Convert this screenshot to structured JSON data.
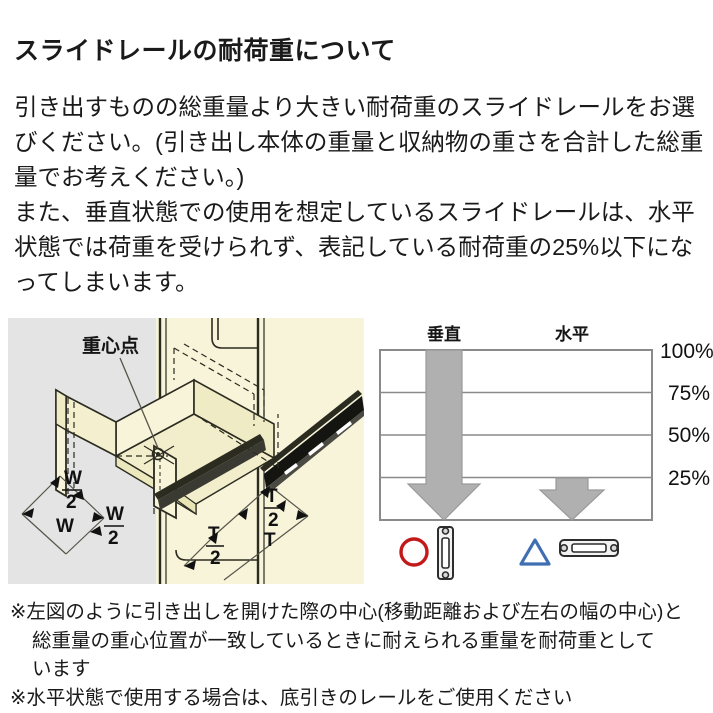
{
  "page": {
    "title": "スライドレールの耐荷重について"
  },
  "body": {
    "paragraph_1": "引き出すものの総重量より大きい耐荷重のスライドレールをお選びください。(引き出し本体の重量と収納物の重さを合計した総重量でお考えください。)",
    "paragraph_2": "また、垂直状態での使用を想定しているスライドレールは、水平状態では荷重を受けられず、表記している耐荷重の25%以下になってしまいます。"
  },
  "drawer_figure": {
    "center_of_gravity_label": "重心点",
    "dim_w_half_left": "W",
    "dim_w_half_left_den": "2",
    "dim_w_total": "W",
    "dim_w_half_right": "W",
    "dim_w_half_right_den": "2",
    "dim_t_half_front": "T",
    "dim_t_half_front_den": "2",
    "dim_t_half_back": "T",
    "dim_t_half_back_den": "2",
    "dim_t_total": "T",
    "colors": {
      "panel_gray": "#e4e4e4",
      "panel_cream": "#f7f4da",
      "drawer_fill": "#f2eecb",
      "line": "#2b2b20"
    }
  },
  "chart_data": {
    "type": "bar",
    "title": "",
    "orientation": "vertical-down-arrows",
    "categories": [
      "垂直",
      "水平"
    ],
    "values": [
      100,
      25
    ],
    "value_unit": "%",
    "ylabel": "",
    "xlabel": "",
    "ylim": [
      0,
      100
    ],
    "tick_labels": [
      "100%",
      "75%",
      "50%",
      "25%"
    ],
    "tick_values": [
      100,
      75,
      50,
      25
    ],
    "grid": true,
    "legend": "none",
    "annotations": [
      {
        "marker": "circle",
        "symbol": "○",
        "color": "#c21a1a",
        "for": "垂直",
        "meaning": "recommended-vertical-rail"
      },
      {
        "marker": "triangle",
        "symbol": "△",
        "color": "#3f6fb2",
        "for": "水平",
        "meaning": "limited-horizontal-rail"
      }
    ],
    "icons": [
      {
        "name": "rail-vertical-icon",
        "for": "垂直"
      },
      {
        "name": "rail-horizontal-icon",
        "for": "水平"
      }
    ],
    "colors": {
      "arrow_fill": "#b0b0b0",
      "arrow_stroke": "#9a9a9a",
      "frame": "#8a8a8a"
    }
  },
  "footnotes": {
    "note_1_line_1": "※左図のように引き出しを開けた際の中心(移動距離および左右の幅の中心)と",
    "note_1_line_2": "総重量の重心位置が一致しているときに耐えられる重量を耐荷重として",
    "note_1_line_3": "います",
    "note_2": "※水平状態で使用する場合は、底引きのレールをご使用ください"
  }
}
